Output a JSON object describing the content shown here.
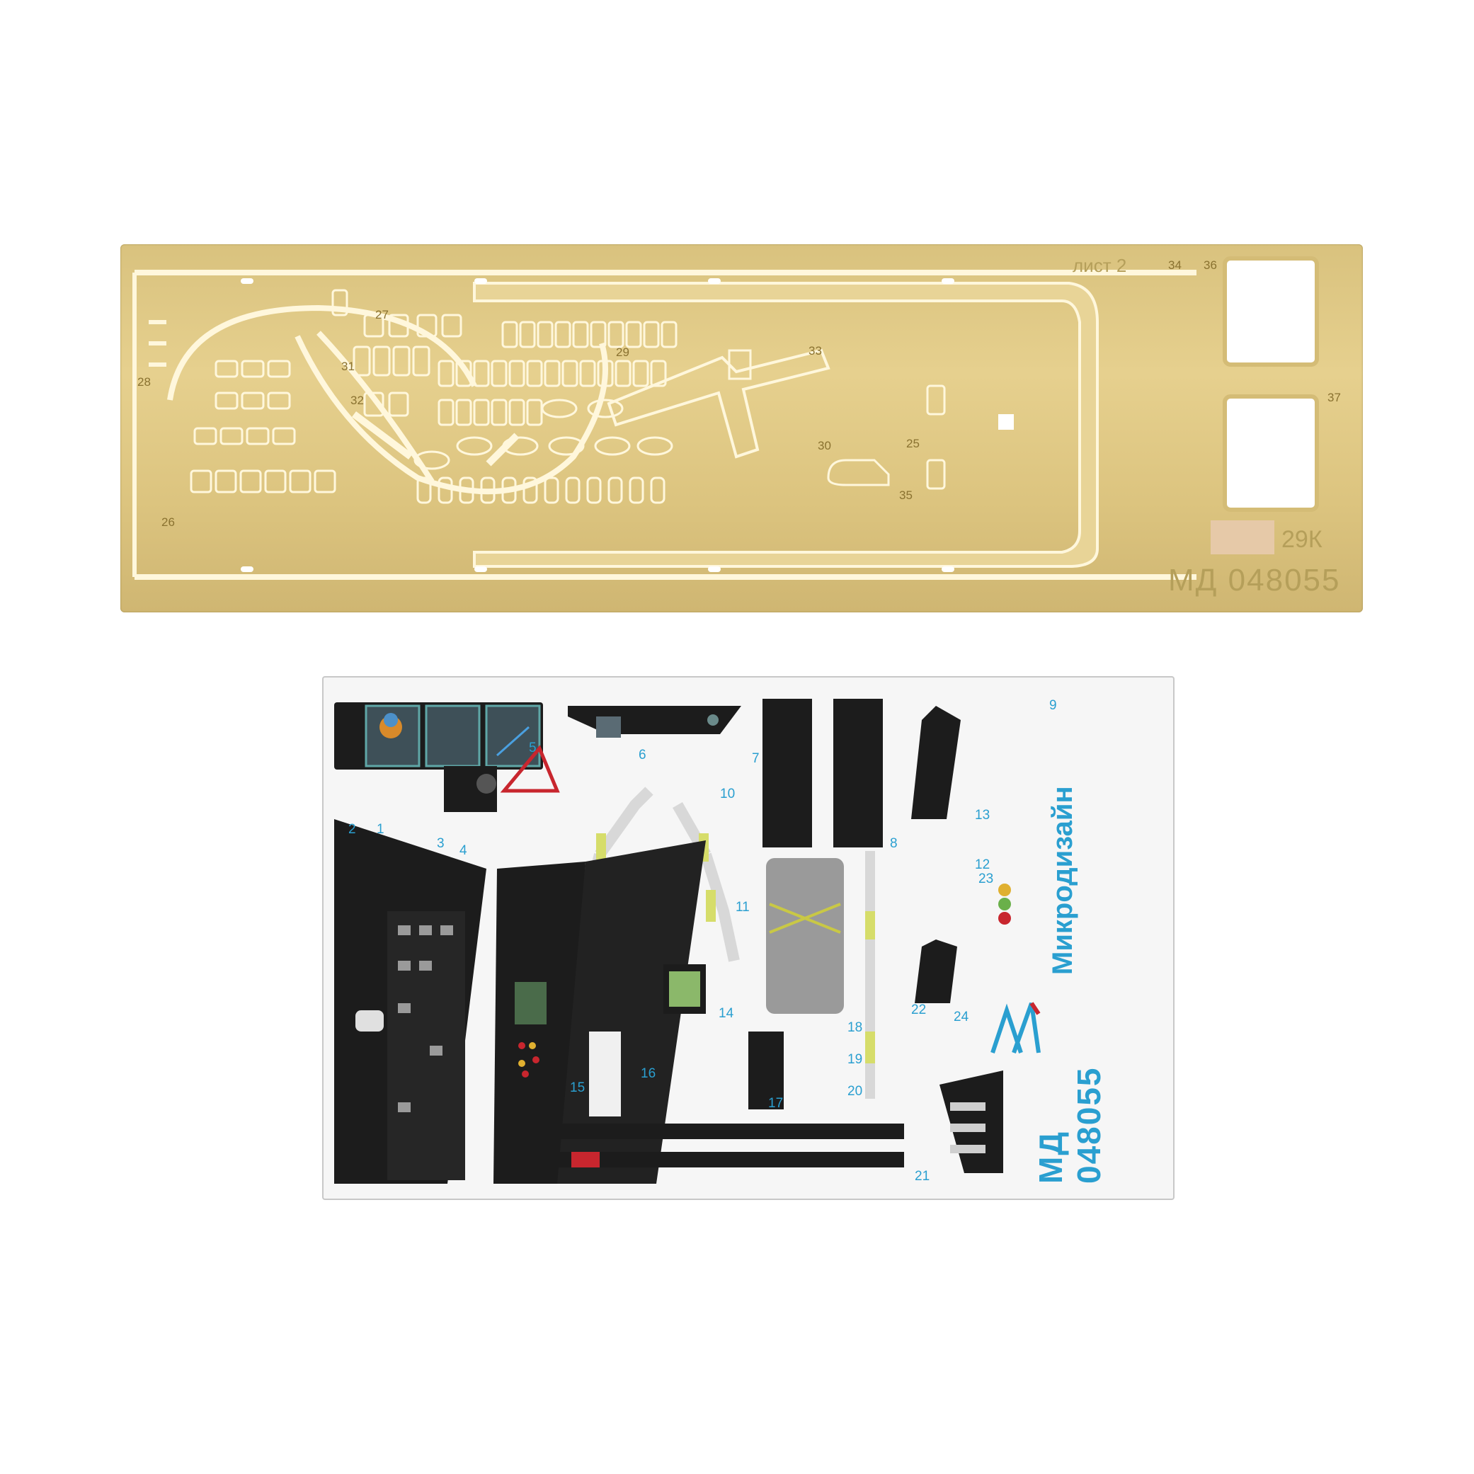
{
  "fret": {
    "sheet_label": "лист 2",
    "code": "29К",
    "catalog": "МД 048055",
    "part_numbers": [
      "25",
      "26",
      "27",
      "28",
      "29",
      "30",
      "31",
      "32",
      "33",
      "34",
      "35",
      "36",
      "37"
    ]
  },
  "decal": {
    "brand_name": "Микродизайн",
    "catalog": "МД 048055",
    "part_numbers": [
      "1",
      "2",
      "3",
      "4",
      "5",
      "6",
      "7",
      "8",
      "9",
      "10",
      "11",
      "12",
      "13",
      "14",
      "15",
      "16",
      "17",
      "18",
      "19",
      "20",
      "21",
      "22",
      "23",
      "24"
    ]
  },
  "colors": {
    "brass": "#dcc47f",
    "decal_background": "#f6f6f6",
    "label_blue": "#2a9fd0",
    "panel_black": "#1c1c1c"
  }
}
